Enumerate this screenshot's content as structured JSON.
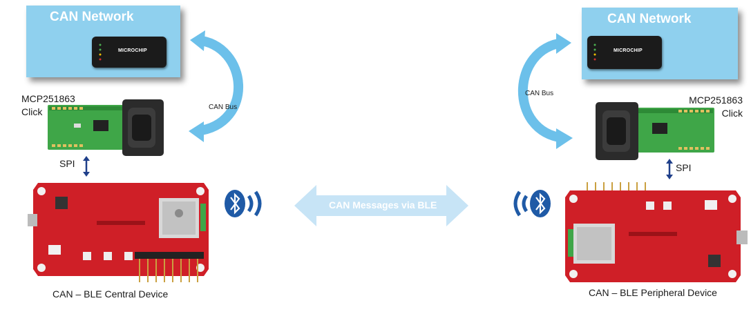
{
  "left": {
    "network_title": "CAN Network",
    "analyzer_brand": "MICROCHIP",
    "click_label_line1": "MCP251863",
    "click_label_line2": "Click",
    "bus_label": "CAN Bus",
    "spi_label": "SPI",
    "caption": "CAN – BLE Central Device"
  },
  "right": {
    "network_title": "CAN Network",
    "analyzer_brand": "MICROCHIP",
    "click_label_line1": "MCP251863",
    "click_label_line2": "Click",
    "bus_label": "CAN Bus",
    "spi_label": "SPI",
    "caption": "CAN – BLE Peripheral Device"
  },
  "center": {
    "ble_arrow_label": "CAN Messages via BLE"
  },
  "colors": {
    "network_box": "#8fd0ee",
    "bus_arrow": "#6cc0ea",
    "ble_arrow": "#c7e4f6",
    "bluetooth": "#1f5aa6",
    "pcb_green": "#3fa648",
    "pcb_red": "#cf1f27"
  }
}
